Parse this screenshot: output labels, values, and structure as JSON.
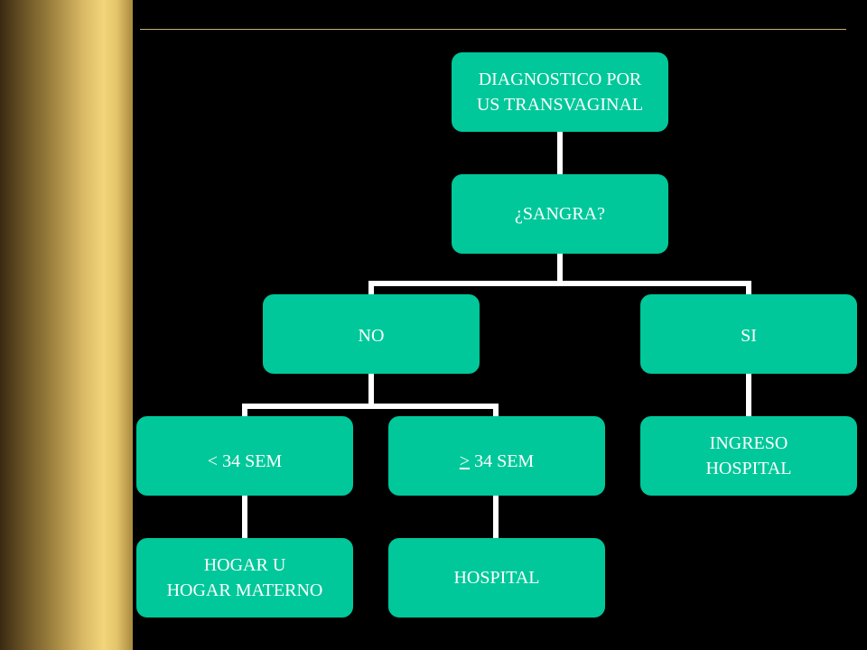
{
  "diagram": {
    "root": "DIAGNOSTICO POR\nUS TRANSVAGINAL",
    "question": "¿SANGRA?",
    "no": "NO",
    "si": "SI",
    "lt34_symbol": "<",
    "lt34_rest": " 34 SEM",
    "ge34_symbol": ">",
    "ge34_rest": " 34 SEM",
    "home": "HOGAR U\nHOGAR MATERNO",
    "hospital": "HOSPITAL",
    "admit": "INGRESO\nHOSPITAL"
  },
  "colors": {
    "node": "#00c89a",
    "text": "#ffffff",
    "connector": "#ffffff",
    "background": "#000000",
    "band": "#d8b865"
  }
}
